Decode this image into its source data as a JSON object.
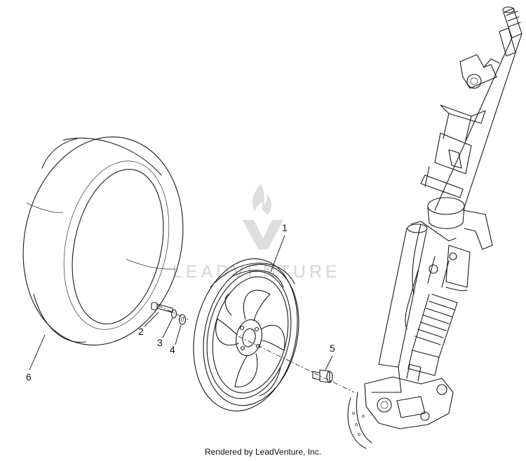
{
  "watermark": {
    "logo_text": "LEADVENTURE"
  },
  "callouts": [
    {
      "id": "1",
      "label": "1"
    },
    {
      "id": "2",
      "label": "2"
    },
    {
      "id": "3",
      "label": "3"
    },
    {
      "id": "4",
      "label": "4"
    },
    {
      "id": "5",
      "label": "5"
    },
    {
      "id": "6",
      "label": "6"
    }
  ],
  "footer": {
    "text": "Rendered by LeadVenture, Inc."
  }
}
